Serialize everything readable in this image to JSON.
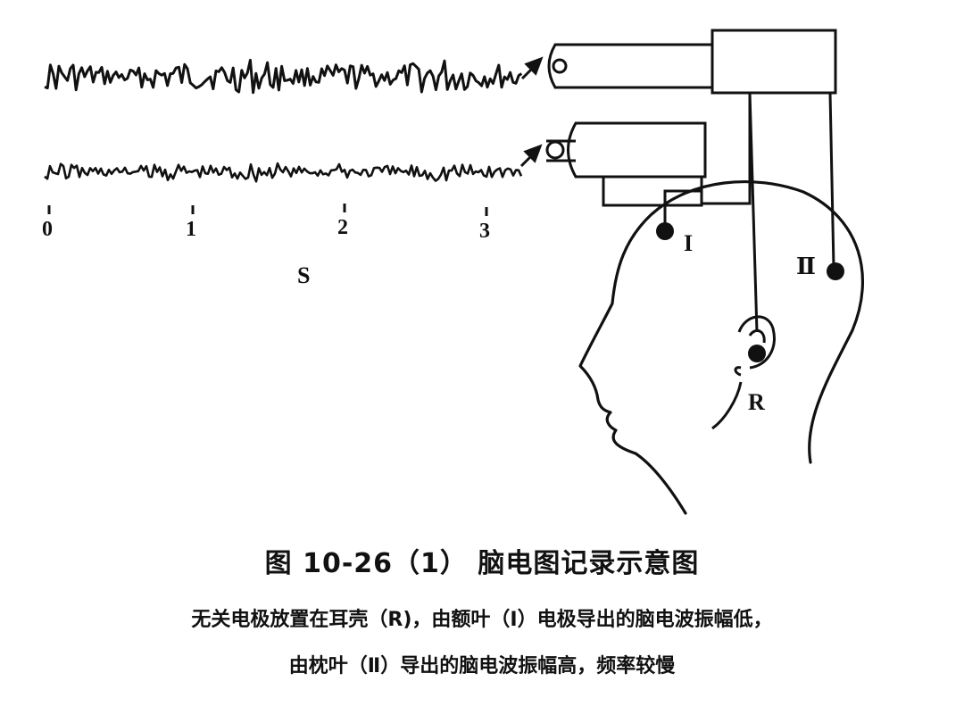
{
  "figure": {
    "time_axis": {
      "ticks": [
        "0",
        "1",
        "2",
        "3"
      ],
      "unit": "S"
    },
    "electrodes": {
      "frontal": "I",
      "occipital": "Ⅱ",
      "reference": "R"
    },
    "caption": {
      "title": "图 10-26（1）   脑电图记录示意图",
      "line1": "无关电极放置在耳壳（R)，由额叶（Ⅰ）电极导出的脑电波振幅低，",
      "line2": "由枕叶（Ⅱ）导出的脑电波振幅高，频率较慢"
    }
  }
}
